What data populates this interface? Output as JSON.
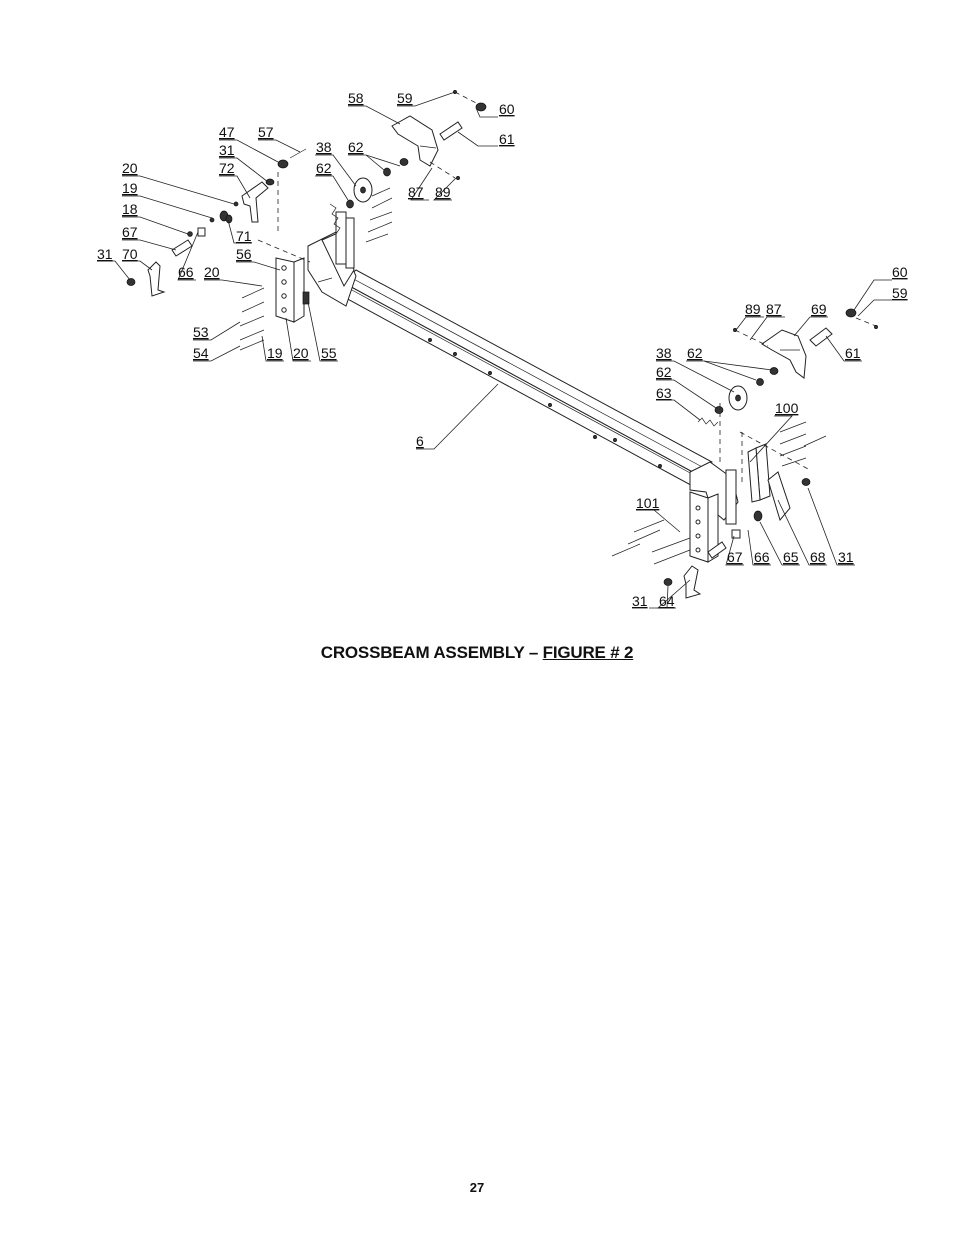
{
  "caption": {
    "title": "CROSSBEAM ASSEMBLY –",
    "figure": "FIGURE # 2"
  },
  "page_number": "27",
  "callouts": {
    "c58": "58",
    "c59a": "59",
    "c60a": "60",
    "c61a": "61",
    "c47": "47",
    "c57": "57",
    "c31a": "31",
    "c38a": "38",
    "c62a": "62",
    "c72": "72",
    "c62b": "62",
    "c87a": "87",
    "c89a": "89",
    "c20a": "20",
    "c19a": "19",
    "c18": "18",
    "c71": "71",
    "c67a": "67",
    "c56": "56",
    "c31b": "31",
    "c70": "70",
    "c66a": "66",
    "c20b": "20",
    "c53": "53",
    "c54": "54",
    "c19b": "19",
    "c20c": "20",
    "c55": "55",
    "c60b": "60",
    "c59b": "59",
    "c89b": "89",
    "c87b": "87",
    "c69": "69",
    "c61b": "61",
    "c38b": "38",
    "c62c": "62",
    "c62d": "62",
    "c63": "63",
    "c100": "100",
    "c6": "6",
    "c101": "101",
    "c67b": "67",
    "c66b": "66",
    "c65": "65",
    "c68": "68",
    "c31c": "31",
    "c31d": "31",
    "c64": "64"
  }
}
